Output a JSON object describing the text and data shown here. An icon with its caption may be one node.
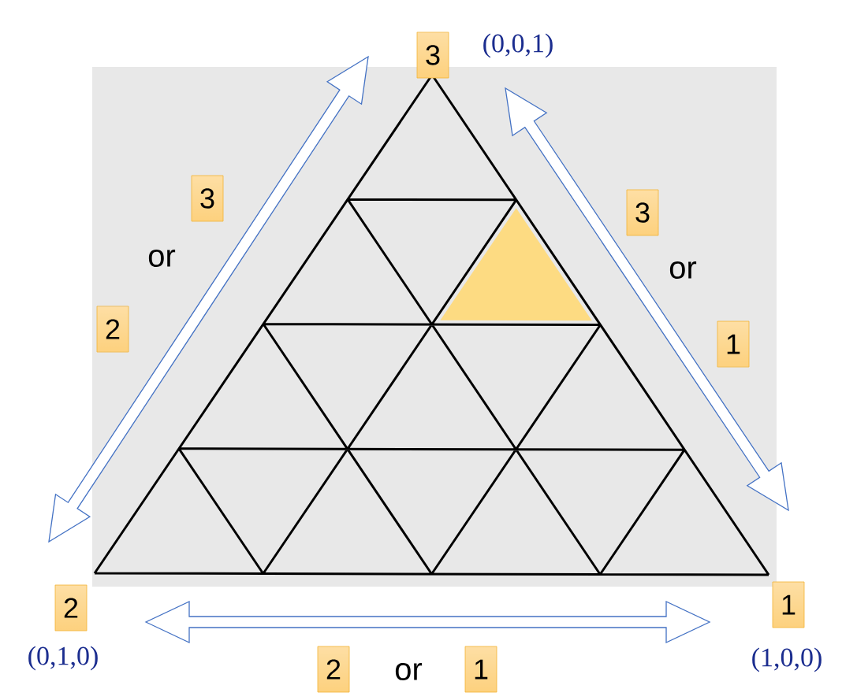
{
  "diagram": {
    "nodes": [
      {
        "text": [
          "3"
        ],
        "beside": [
          "(0,0,1)"
        ]
      },
      {
        "text": [
          "3"
        ]
      },
      {
        "text": [
          "3"
        ]
      },
      {
        "text": [
          "2"
        ]
      },
      {
        "text": [
          "1"
        ]
      },
      {
        "text": [
          "2"
        ],
        "beside": [
          "(0,1,0)"
        ]
      },
      {
        "text": [
          "1"
        ],
        "beside": [
          "(1,0,0)"
        ]
      },
      {
        "text": [
          "2"
        ]
      },
      {
        "text": [
          "1"
        ]
      }
    ],
    "labels": [
      "or",
      "or",
      "or"
    ]
  }
}
